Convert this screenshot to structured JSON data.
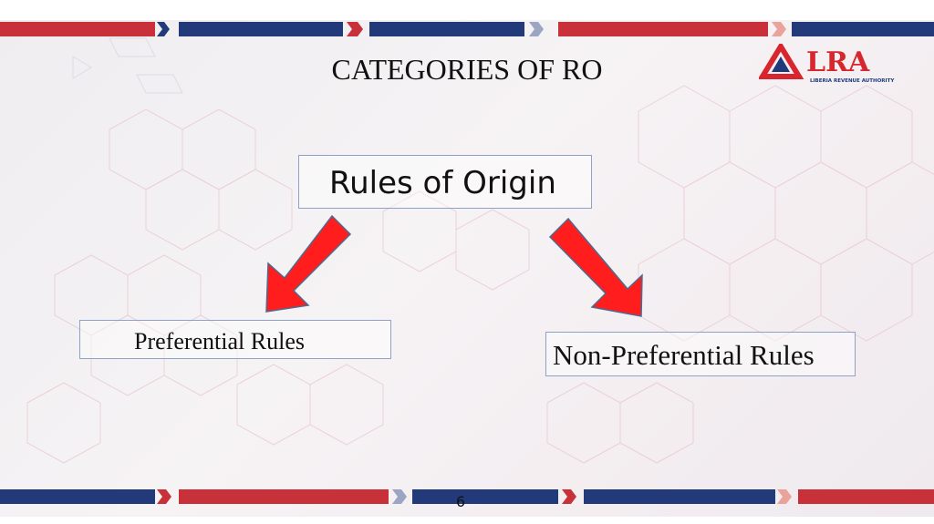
{
  "slide": {
    "title": "CATEGORIES OF RO",
    "logo_text": "LRA",
    "logo_subtitle": "LIBERIA REVENUE AUTHORITY",
    "page_number": "6"
  },
  "diagram": {
    "root": "Rules of Origin",
    "children": [
      "Preferential Rules",
      "Non-Preferential Rules"
    ]
  },
  "colors": {
    "arrow": "#ff1d1d",
    "arrow_stroke": "#4e6a8e",
    "stripe_navy": "#223a7a",
    "stripe_red": "#c8303a",
    "box_border": "#8da2c6",
    "logo_red": "#d7262e",
    "logo_navy": "#1f3a7a"
  }
}
